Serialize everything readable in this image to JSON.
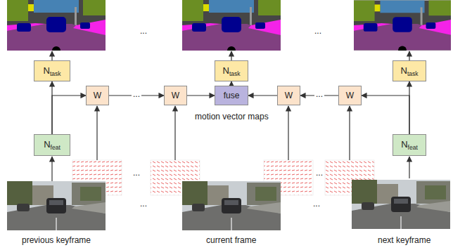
{
  "diagram": {
    "nodes": [
      {
        "text": [
          "Ntask"
        ]
      },
      {
        "text": [
          "Ntask"
        ]
      },
      {
        "text": [
          "Ntask"
        ]
      },
      {
        "text": [
          "W"
        ]
      },
      {
        "text": [
          "W"
        ]
      },
      {
        "text": [
          "fuse"
        ]
      },
      {
        "text": [
          "W"
        ]
      },
      {
        "text": [
          "W"
        ]
      },
      {
        "text": [
          "Nfeat"
        ]
      },
      {
        "text": [
          "Nfeat"
        ]
      }
    ],
    "edges": [
      {
        "from": 8,
        "to": 0,
        "arrow": "to"
      },
      {
        "from": 8,
        "to": 3,
        "arrow": "to"
      },
      {
        "from": 3,
        "to": 4,
        "label": "...",
        "arrow": "to"
      },
      {
        "from": 4,
        "to": 5,
        "arrow": "to"
      },
      {
        "from": 5,
        "to": 1,
        "arrow": "to"
      },
      {
        "from": 6,
        "to": 5,
        "arrow": "to"
      },
      {
        "from": 7,
        "to": 6,
        "label": "...",
        "arrow": "to"
      },
      {
        "from": 9,
        "to": 7,
        "arrow": "to"
      },
      {
        "from": 9,
        "to": 2,
        "arrow": "to"
      }
    ],
    "labels": [
      "...",
      "...",
      "motion vector maps",
      "...",
      "...",
      "...",
      "...",
      "previous keyframe",
      "current frame",
      "next keyframe"
    ]
  }
}
